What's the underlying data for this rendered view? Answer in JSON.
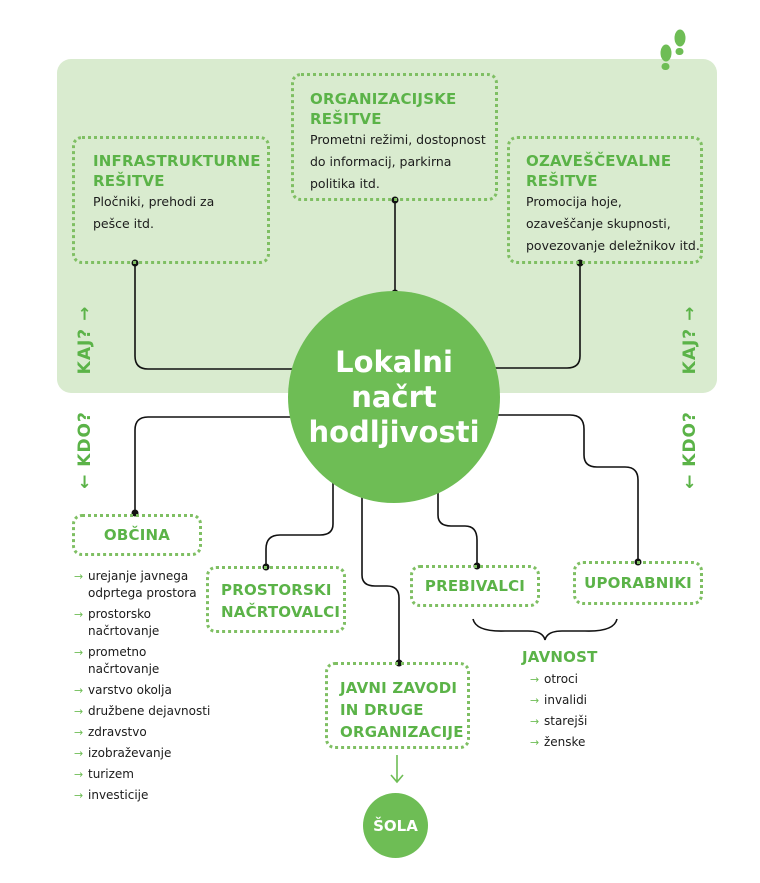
{
  "colors": {
    "accent": "#6ebd55",
    "panel": "#d9ebcf",
    "title_text": "#5bb348",
    "dots": "#7fbf63",
    "connector": "#111111"
  },
  "hub": {
    "label": "Lokalni načrt hodljivosti"
  },
  "icons": {
    "footprints": "footprints-icon"
  },
  "side_labels": {
    "kaj": "KAJ? →",
    "kdo": "← KDO?"
  },
  "solutions": [
    {
      "title": "INFRASTRUKTURNE REŠITVE",
      "text": "Pločniki, prehodi za pešce itd."
    },
    {
      "title": "ORGANIZACIJSKE REŠITVE",
      "text": "Prometni režimi, dostopnost do informacij, parkirna politika itd."
    },
    {
      "title": "OZAVEŠČEVALNE REŠITVE",
      "text": "Promocija hoje, ozaveščanje skupnosti, povezovanje deležnikov itd."
    }
  ],
  "actors": {
    "obcina": {
      "title": "OBČINA",
      "items": [
        "urejanje javnega odprtega prostora",
        "prostorsko načrtovanje",
        "prometno načrtovanje",
        "varstvo okolja",
        "družbene dejavnosti",
        "zdravstvo",
        "izobraževanje",
        "turizem",
        "investicije"
      ]
    },
    "prostorski": {
      "title": "PROSTORSKI NAČRTOVALCI"
    },
    "javni_zavodi": {
      "title": "JAVNI ZAVODI IN DRUGE ORGANIZACIJE"
    },
    "prebivalci": {
      "title": "PREBIVALCI"
    },
    "uporabniki": {
      "title": "UPORABNIKI"
    },
    "javnost": {
      "title": "JAVNOST",
      "items": [
        "otroci",
        "invalidi",
        "starejši",
        "ženske"
      ]
    },
    "sola": {
      "title": "ŠOLA"
    }
  },
  "arrow_glyph": "→"
}
